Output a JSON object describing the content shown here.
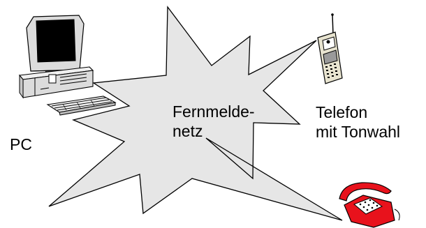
{
  "labels": {
    "pc": "PC",
    "network_line1": "Fernmelde-",
    "network_line2": "netz",
    "phone_line1": "Telefon",
    "phone_line2": "mit Tonwahl"
  },
  "icons": {
    "network": "starburst-network-icon",
    "pc": "desktop-computer-icon",
    "mobile": "mobile-phone-icon",
    "desk_phone": "red-desk-telephone-icon"
  },
  "colors": {
    "line": "#000000",
    "network_fill": "#e6e6e6",
    "pc_body": "#dcdcdc",
    "screen": "#000000",
    "phone_red": "#e8121c"
  }
}
